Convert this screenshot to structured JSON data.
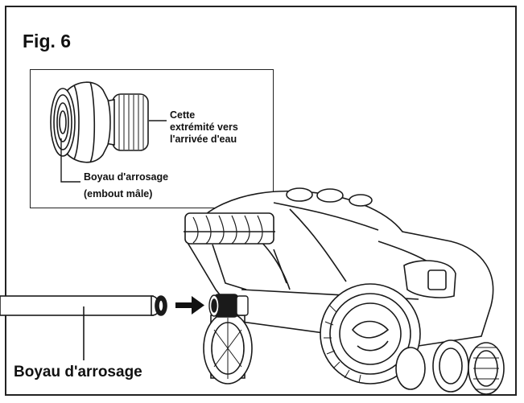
{
  "figure": {
    "title": "Fig. 6"
  },
  "inset": {
    "water_end_label": [
      "Cette",
      "extrémité vers",
      "l'arrivée d'eau"
    ],
    "hose_male_label_line1": "Boyau d'arrosage",
    "hose_male_label_line2": "(embout mâle)"
  },
  "main": {
    "hose_label": "Boyau d'arrosage"
  },
  "colors": {
    "line": "#1a1a1a",
    "background": "#ffffff"
  },
  "icons": [
    "arrow-right-icon",
    "hose-connector-icon",
    "pool-robot-icon"
  ]
}
